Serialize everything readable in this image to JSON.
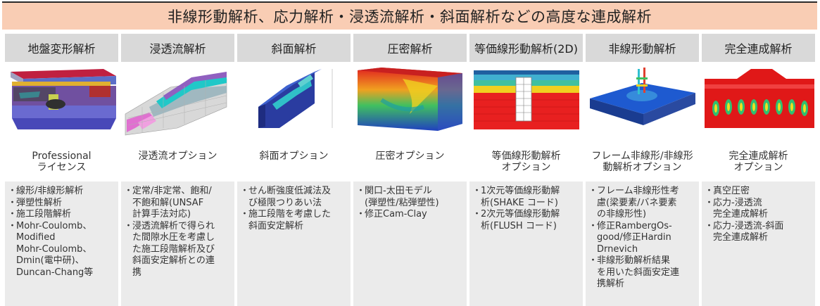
{
  "banner": {
    "title": "非線形動解析、応力解析・浸透流解析・斜面解析などの高度な連成解析"
  },
  "columns": [
    {
      "header": "地盤変形解析",
      "option": "Professional\nライセンス",
      "features": [
        "線形/非線形解析",
        "弾塑性解析",
        "施工段階解析",
        "Mohr-Coulomb、\nModified\nMohr-Coulomb、\nDmin(電中研)、\nDuncan-Chang等"
      ]
    },
    {
      "header": "浸透流解析",
      "option": "浸透流オプション",
      "features": [
        "定常/非定常、飽和/\n不飽和解(UNSAF\n計算手法対応)",
        "浸透流解析で得られ\nた間隙水圧を考慮し\nた施工段階解析及び\n斜面安定解析との連\n携"
      ]
    },
    {
      "header": "斜面解析",
      "option": "斜面オプション",
      "features": [
        "せん断強度低減法及\nび極限つりあい法",
        "施工段階を考慮した\n斜面安定解析"
      ]
    },
    {
      "header": "圧密解析",
      "option": "圧密オプション",
      "features": [
        "関口-太田モデル\n(弾塑性/粘弾塑性)",
        "修正Cam-Clay"
      ]
    },
    {
      "header": "等価線形動解析(2D)",
      "option": "等価線形動解析\nオプション",
      "features": [
        "1次元等価線形動解\n析(SHAKE コード)",
        "2次元等価線形動解\n析(FLUSH コード)"
      ]
    },
    {
      "header": "非線形動解析",
      "option": "フレーム非線形/非線形\n動解析オプション",
      "features": [
        "フレーム非線形性考\n慮(梁要素/バネ要素\nの非線形性)",
        "修正RambergOs-\ngood/修正Hardin\nDrnevich",
        "非線形動解析結果\nを用いた斜面安定連\n携解析"
      ]
    },
    {
      "header": "完全連成解析",
      "option": "完全連成解析\nオプション",
      "features": [
        "真空圧密",
        "応力-浸透流\n完全連成解析",
        "応力-浸透流-斜面\n完全連成解析"
      ]
    }
  ],
  "bullet_char": "・",
  "colors": {
    "banner_bg": "#f9cdb4",
    "header_bg": "#d9d9d9",
    "feature_bg": "#ebebeb"
  }
}
